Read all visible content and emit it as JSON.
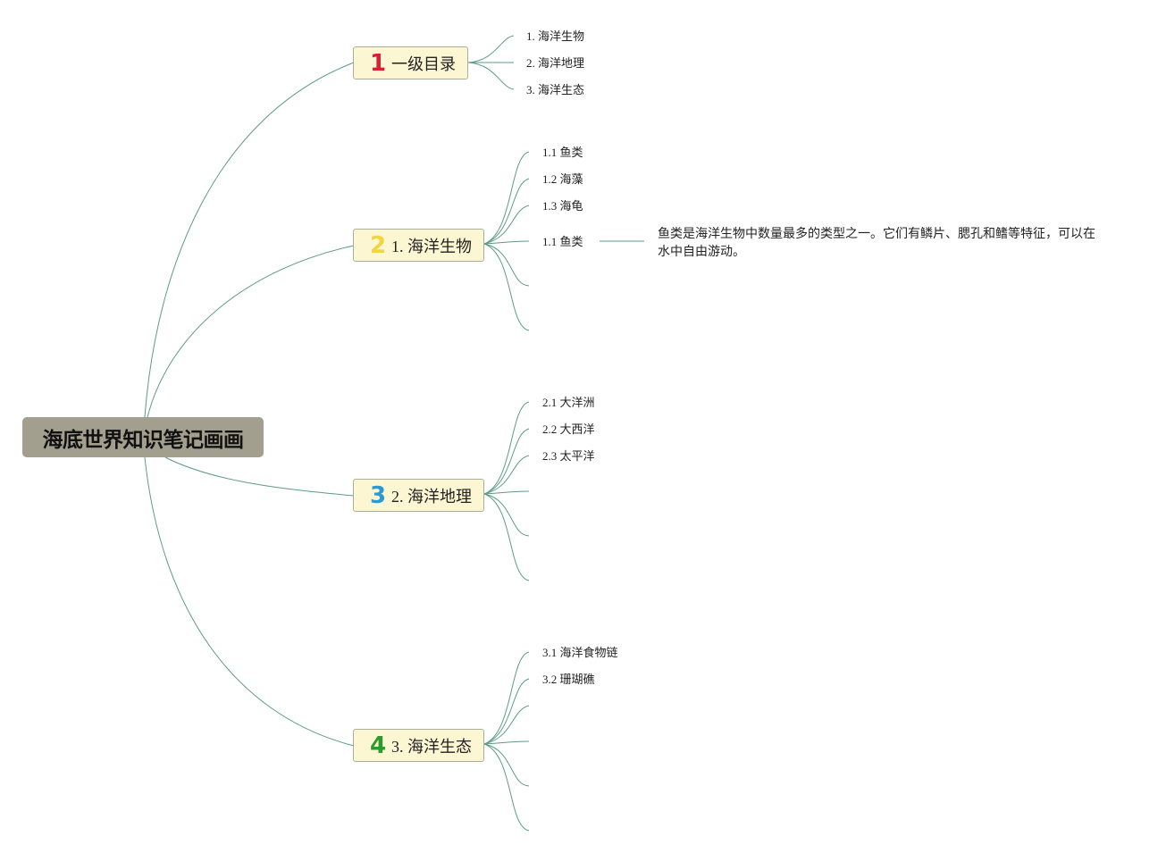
{
  "colors": {
    "root_bg": "#a39f8f",
    "branch_bg": "#fdf6d2",
    "branch_border": "#a7b195",
    "link": "#5e9a87",
    "icon_1": "#d91f33",
    "icon_2": "#f2d43f",
    "icon_3": "#2a9ad6",
    "icon_4": "#2e9a2e"
  },
  "root": {
    "label": "海底世界知识笔记画画"
  },
  "branches": [
    {
      "icon": "1",
      "icon_name": "number-1-icon",
      "label": "一级目录",
      "children": [
        "1. 海洋生物",
        "2. 海洋地理",
        "3. 海洋生态"
      ]
    },
    {
      "icon": "2",
      "icon_name": "number-2-icon",
      "label": "1. 海洋生物",
      "children": [
        "1.1 鱼类",
        "1.2 海藻",
        "1.3 海龟",
        "1.1 鱼类",
        "",
        ""
      ]
    },
    {
      "icon": "3",
      "icon_name": "number-3-icon",
      "label": "2. 海洋地理",
      "children": [
        "2.1 大洋洲",
        "2.2 大西洋",
        "2.3 太平洋",
        "",
        "",
        ""
      ]
    },
    {
      "icon": "4",
      "icon_name": "number-4-icon",
      "label": "3. 海洋生态",
      "children": [
        "3.1 海洋食物链",
        "3.2 珊瑚礁",
        "",
        "",
        "",
        ""
      ]
    }
  ],
  "note": {
    "text": "鱼类是海洋生物中数量最多的类型之一。它们有鳞片、腮孔和鳍等特征，可以在水中自由游动。"
  }
}
